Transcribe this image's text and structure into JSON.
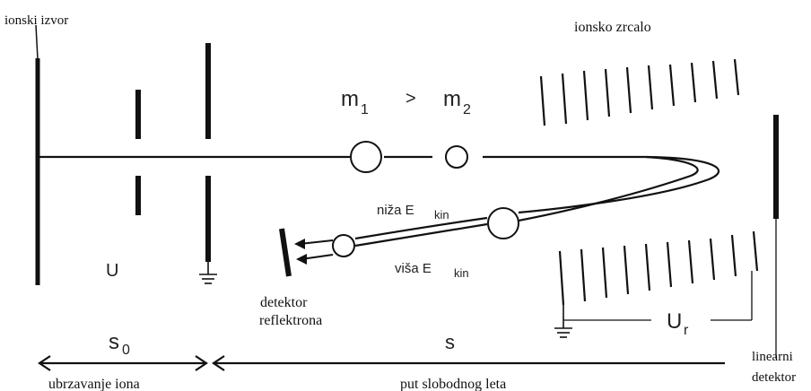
{
  "labels": {
    "ion_source": "ionski izvor",
    "ion_mirror": "ionsko zrcalo",
    "mass_relation": {
      "m1": "m",
      "m1_sub": "1",
      "gt": ">",
      "m2": "m",
      "m2_sub": "2"
    },
    "lower_ekin": "niža E",
    "higher_ekin": "viša E",
    "ekin_sub": "kin",
    "voltage_u": "U",
    "reflectron_detector_line1": "detektor",
    "reflectron_detector_line2": "reflektrona",
    "voltage_ur": "U",
    "voltage_ur_sub": "r",
    "s0": "s",
    "s0_sub": "0",
    "s": "s",
    "ion_acceleration": "ubrzavanje iona",
    "free_flight_path": "put slobodnog leta",
    "linear_detector_line1": "linearni",
    "linear_detector_line2": "detektor"
  },
  "colors": {
    "line": "#111111",
    "background": "#ffffff"
  }
}
